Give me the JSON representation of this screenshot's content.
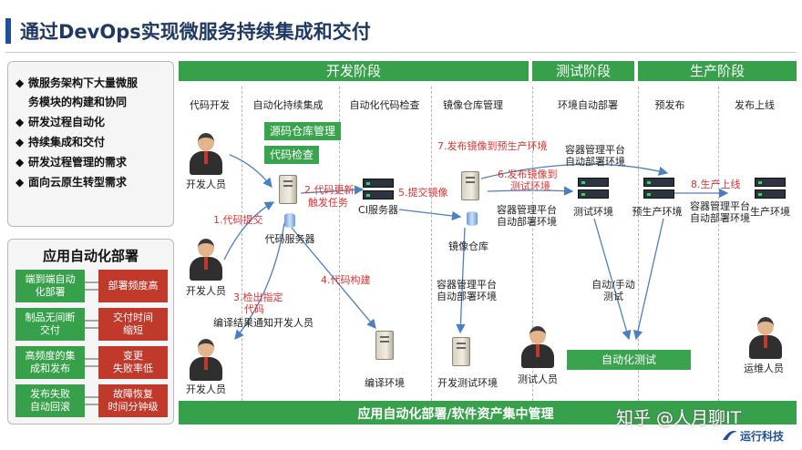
{
  "title": "通过DevOps实现微服务持续集成和交付",
  "bullets": [
    "微服务架构下大量微服",
    "务模块的构建和协同",
    "研发过程自动化",
    "持续集成和交付",
    "研发过程管理的需求",
    "面向云原生转型需求"
  ],
  "bullet_marker": "◆",
  "deploy_panel": {
    "title": "应用自动化部署",
    "rows": [
      {
        "left": [
          "端到端自动",
          "化部署"
        ],
        "right": [
          "部署频度高"
        ]
      },
      {
        "left": [
          "制品无间断",
          "交付"
        ],
        "right": [
          "交付时间",
          "缩短"
        ]
      },
      {
        "left": [
          "高频度的集",
          "成和发布"
        ],
        "right": [
          "变更",
          "失败率低"
        ]
      },
      {
        "left": [
          "发布失败",
          "自动回滚"
        ],
        "right": [
          "故障恢复",
          "时间分钟级"
        ]
      }
    ]
  },
  "phases": {
    "dev": "开发阶段",
    "test": "测试阶段",
    "prod": "生产阶段"
  },
  "columns": [
    "代码开发",
    "自动化持续集成",
    "自动化代码检查",
    "镜像仓库管理",
    "环境自动部署",
    "预发布",
    "发布上线"
  ],
  "boxes": {
    "repo": "源码仓库管理",
    "check": "代码检查",
    "autotest": "自动化测试"
  },
  "steps": {
    "s1": "1.代码提交",
    "s2a": "2.代码更新",
    "s2b": "触发任务",
    "s3a": "3.检出指定",
    "s3b": "代码",
    "s4": "4.代码构建",
    "s5": "5.提交镜像",
    "s6a": "6.发布镜像到",
    "s6b": "测试环境",
    "s7": "7.发布镜像到预生产环境",
    "s8": "8.生产上线"
  },
  "labels": {
    "dev1": "开发人员",
    "dev2": "开发人员",
    "dev3": "开发人员",
    "code_server": "代码服务器",
    "ci_server": "CI服务器",
    "notify": "编译结果通知开发人员",
    "compile_env": "编译环境",
    "image_repo": "镜像仓库",
    "container_a1": "容器管理平台",
    "container_a2": "自动部署环境",
    "container_b1": "容器管理平台",
    "container_b2": "自动部署环境",
    "container_c1": "容器管理平台",
    "container_c2": "自动部署环境",
    "container_d1": "容器管理平台",
    "container_d2": "自动部署环境",
    "dev_test_env": "开发测试环境",
    "test_env": "测试环境",
    "preprod_env": "预生产环境",
    "prod_env": "生产环境",
    "tester": "测试人员",
    "auto_manual1": "自动/手动",
    "auto_manual2": "测试",
    "ops": "运维人员"
  },
  "bottom_bar": "应用自动化部署/软件资产集中管理",
  "watermark": "知乎 @人月聊IT",
  "logo": "运行科技",
  "colors": {
    "green": "#37a04a",
    "red_box": "#c0392b",
    "title": "#1f3864",
    "arrow": "#4a7fc1",
    "step_text": "#e03131"
  }
}
